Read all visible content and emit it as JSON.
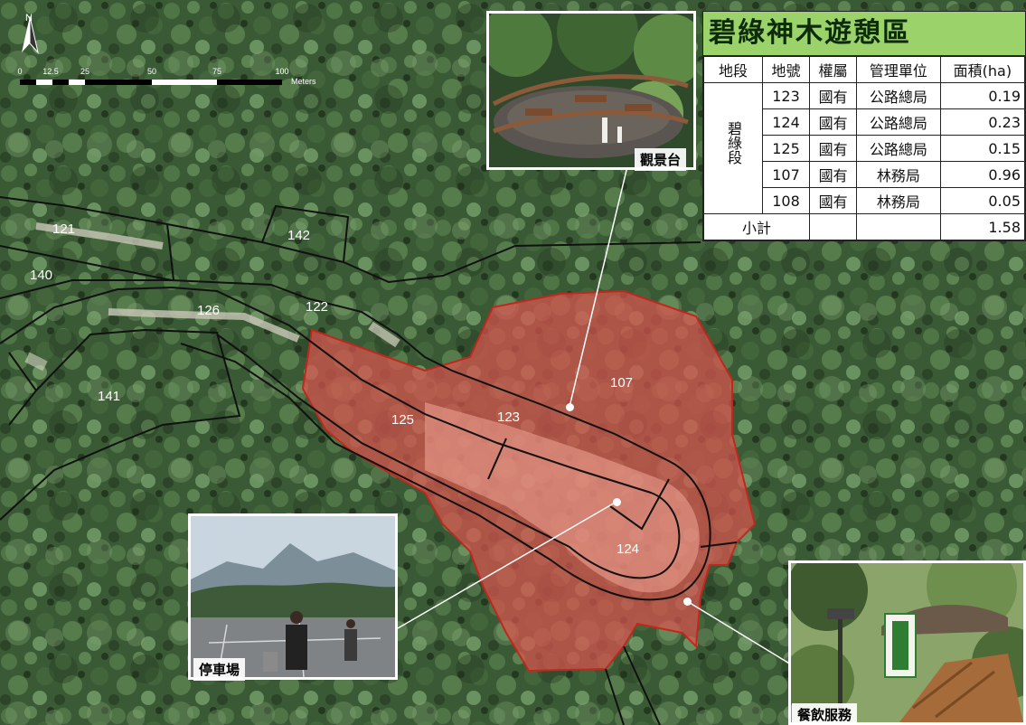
{
  "map": {
    "north_label": "N",
    "scale": {
      "ticks": [
        "0",
        "12.5",
        "25",
        "50",
        "75",
        "100"
      ],
      "unit": "Meters"
    },
    "parcels": [
      "121",
      "140",
      "126",
      "122",
      "142",
      "141",
      "125",
      "123",
      "107",
      "124"
    ],
    "colors": {
      "highlight_fill": "#d9534f",
      "highlight_stroke": "#c0281f",
      "boundary": "#111111",
      "title_bg": "#9bd26a"
    }
  },
  "table": {
    "title": "碧綠神木遊憩區",
    "headers": [
      "地段",
      "地號",
      "權屬",
      "管理單位",
      "面積(ha)"
    ],
    "section": "碧綠段",
    "rows": [
      {
        "lot": "123",
        "ownership": "國有",
        "agency": "公路總局",
        "area": "0.19"
      },
      {
        "lot": "124",
        "ownership": "國有",
        "agency": "公路總局",
        "area": "0.23"
      },
      {
        "lot": "125",
        "ownership": "國有",
        "agency": "公路總局",
        "area": "0.15"
      },
      {
        "lot": "107",
        "ownership": "國有",
        "agency": "林務局",
        "area": "0.96"
      },
      {
        "lot": "108",
        "ownership": "國有",
        "agency": "林務局",
        "area": "0.05"
      }
    ],
    "subtotal_label": "小計",
    "subtotal_value": "1.58"
  },
  "photos": {
    "observation_deck": "觀景台",
    "parking_lot": "停車場",
    "dining": "餐飲服務"
  }
}
